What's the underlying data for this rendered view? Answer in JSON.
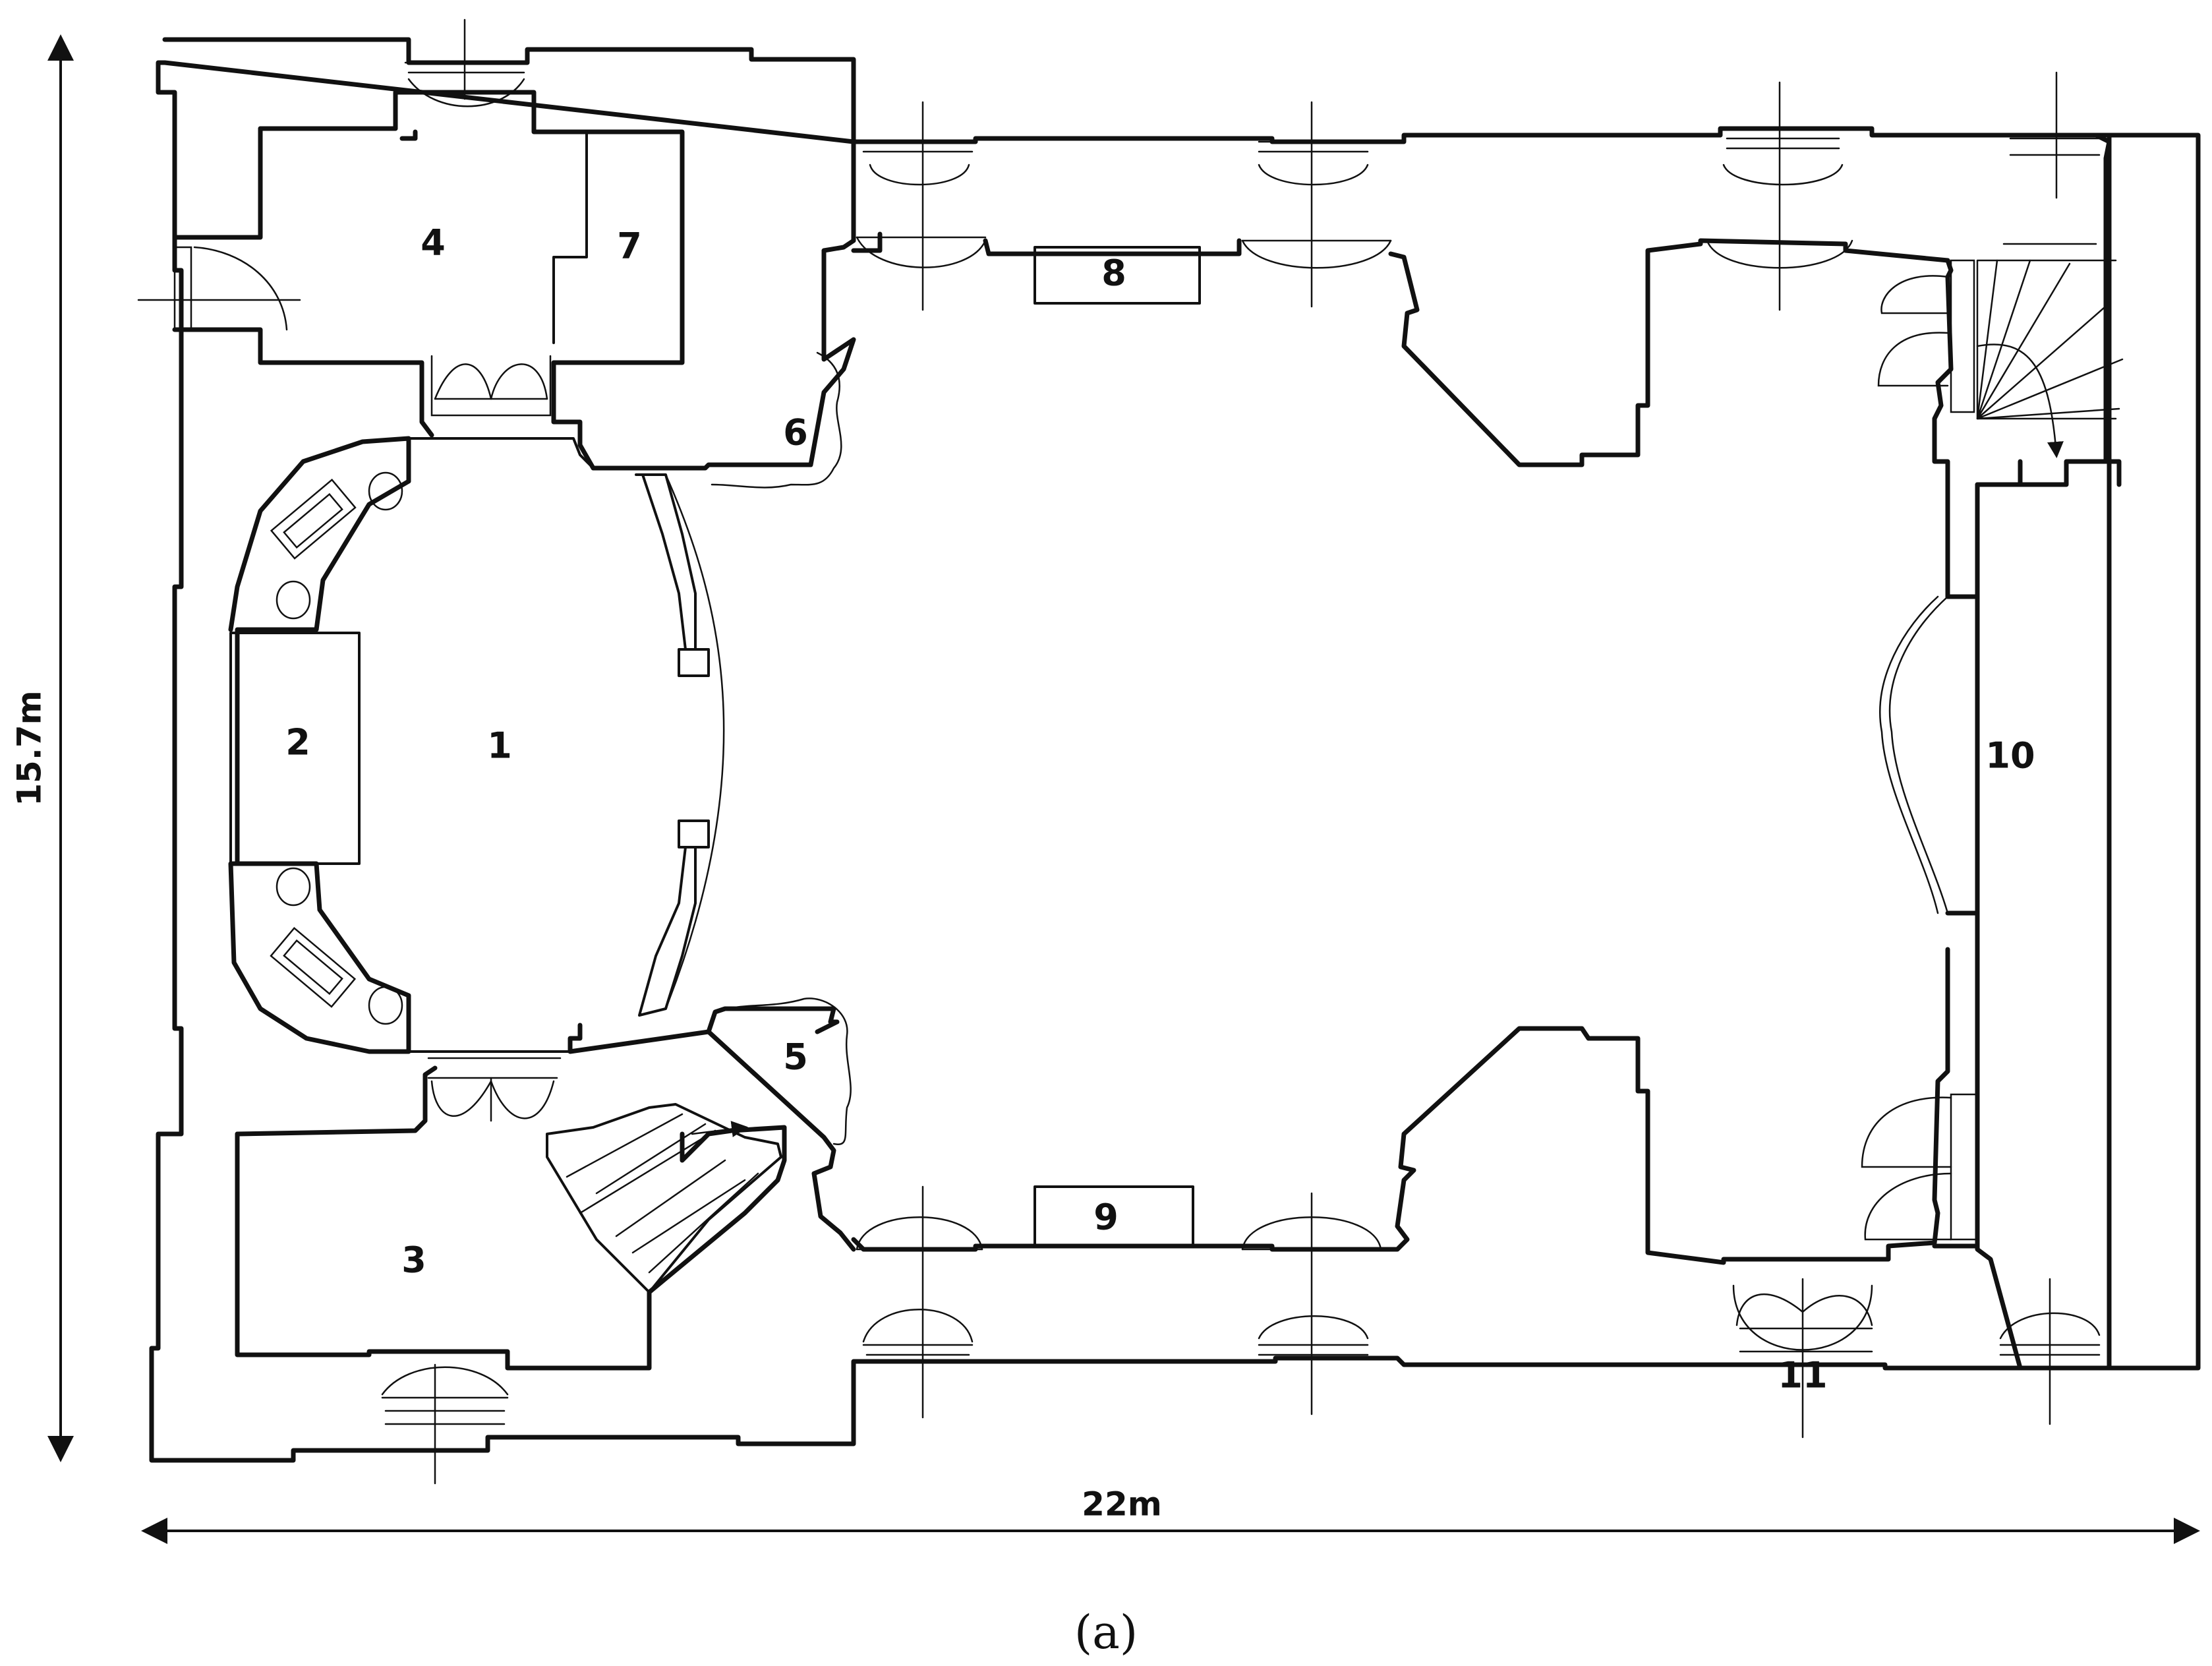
{
  "rooms": [
    {
      "id": "1",
      "label": "1"
    },
    {
      "id": "2",
      "label": "2"
    },
    {
      "id": "3",
      "label": "3"
    },
    {
      "id": "4",
      "label": "4"
    },
    {
      "id": "5",
      "label": "5"
    },
    {
      "id": "6",
      "label": "6"
    },
    {
      "id": "7",
      "label": "7"
    },
    {
      "id": "8",
      "label": "8"
    },
    {
      "id": "9",
      "label": "9"
    },
    {
      "id": "10",
      "label": "10"
    },
    {
      "id": "11",
      "label": "11"
    }
  ],
  "dimensions": {
    "width": "22m",
    "height": "15.7m"
  },
  "caption": "(a)"
}
